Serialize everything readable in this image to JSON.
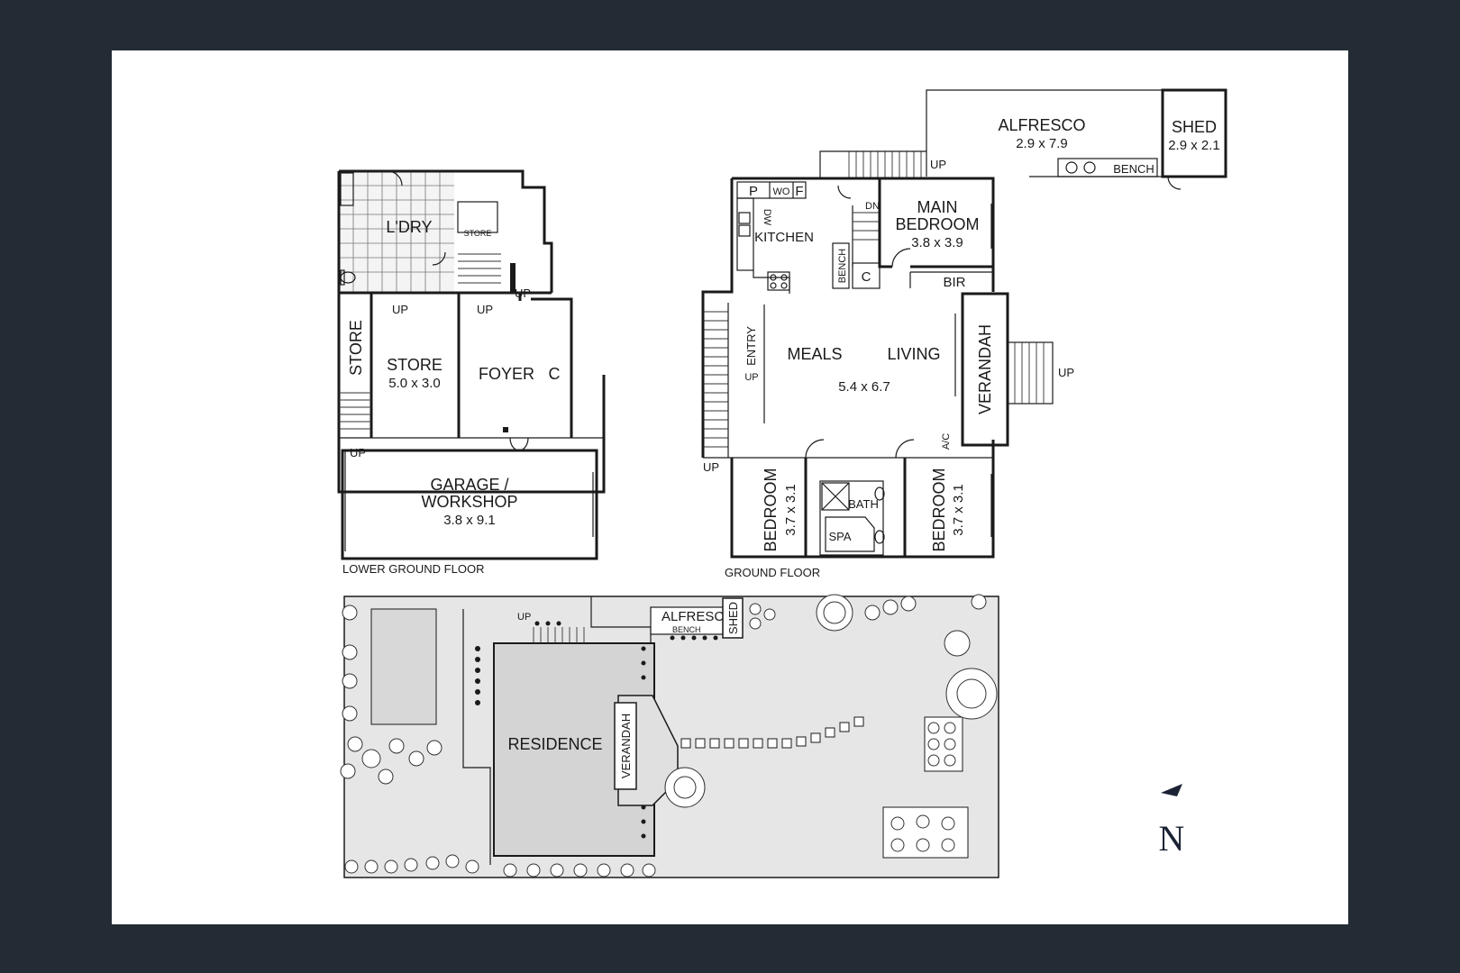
{
  "labels": {
    "lower_ground": {
      "ldry": "L'DRY",
      "store_small": "STORE",
      "store_side": "STORE",
      "store_main": "STORE",
      "store_main_dim": "5.0 x 3.0",
      "foyer": "FOYER",
      "c": "C",
      "garage_l1": "GARAGE /",
      "garage_l2": "WORKSHOP",
      "garage_dim": "3.8 x 9.1",
      "up": "UP",
      "caption": "LOWER GROUND FLOOR"
    },
    "ground": {
      "alfresco": "ALFRESCO",
      "alfresco_dim": "2.9 x 7.9",
      "shed": "SHED",
      "shed_dim": "2.9 x 2.1",
      "bench": "BENCH",
      "up": "UP",
      "dn": "DN",
      "p": "P",
      "wo": "WO",
      "f": "F",
      "dw": "DW",
      "kitchen": "KITCHEN",
      "main_bedroom_l1": "MAIN",
      "main_bedroom_l2": "BEDROOM",
      "main_bedroom_dim": "3.8 x 3.9",
      "bench_vertical": "BENCH",
      "c": "C",
      "bir": "BIR",
      "entry": "ENTRY",
      "meals": "MEALS",
      "living": "LIVING",
      "meals_living_dim": "5.4 x 6.7",
      "verandah": "VERANDAH",
      "ac": "A/C",
      "bedroom": "BEDROOM",
      "bedroom1_dim": "3.7 x 3.1",
      "bedroom2_dim": "3.7 x 3.1",
      "bath": "BATH",
      "spa": "SPA",
      "caption": "GROUND FLOOR"
    },
    "site": {
      "up": "UP",
      "alfresco": "ALFRESCO",
      "bench": "BENCH",
      "shed": "SHED",
      "residence": "RESIDENCE",
      "verandah": "VERANDAH"
    },
    "north": "N"
  },
  "colors": {
    "frame": "#232b34",
    "sheet": "#ffffff",
    "wall": "#1a1a1a",
    "site_fill": "#e6e6e6",
    "residence_fill": "#d4d4d4"
  },
  "icons": [
    "north-arrow-icon",
    "tree-icon",
    "shrub-icon",
    "toilet-icon",
    "sink-icon",
    "stove-icon"
  ]
}
